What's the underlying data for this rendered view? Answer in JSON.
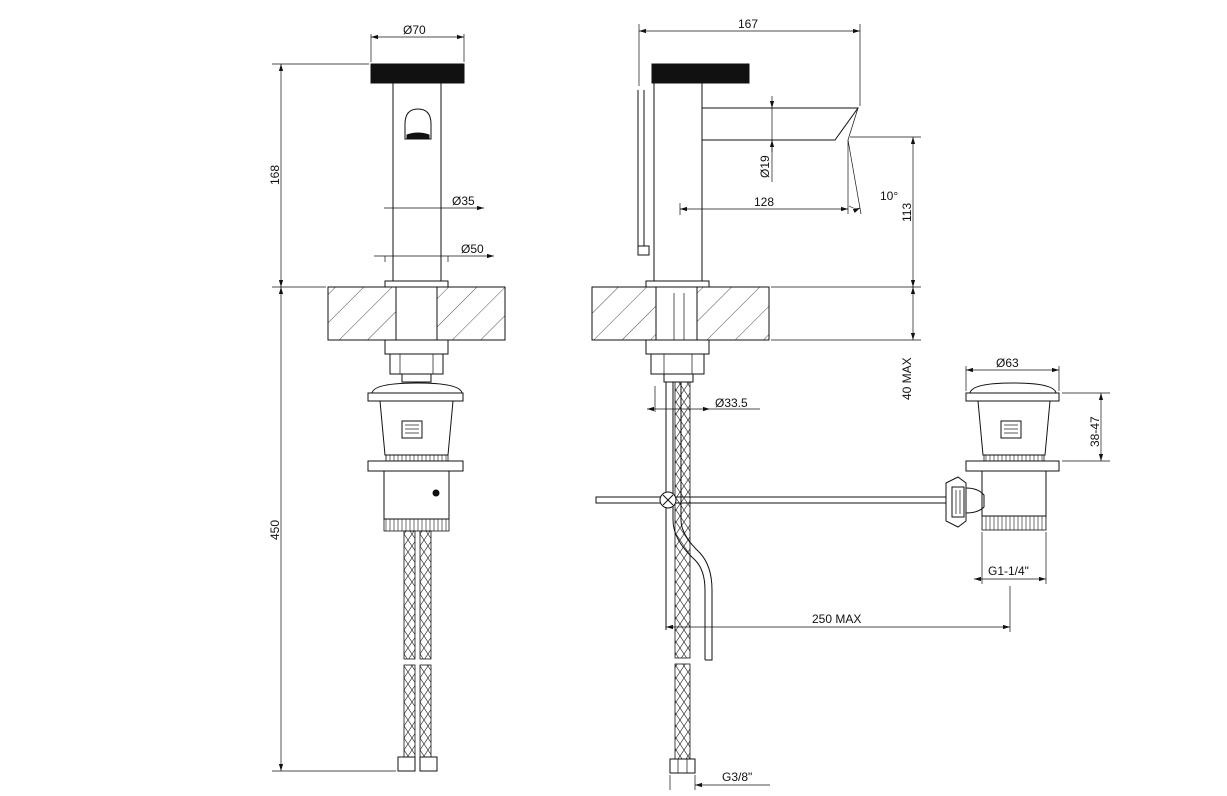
{
  "drawing": {
    "dimensions": {
      "handle_diameter": "Ø70",
      "body_diameter": "Ø35",
      "base_diameter": "Ø50",
      "spout_diameter": "Ø19",
      "fixing_diameter": "Ø33.5",
      "waste_diameter": "Ø63",
      "height_above_counter": "168",
      "hose_length": "450",
      "overall_depth": "167",
      "spout_reach": "128",
      "spout_height": "113",
      "spout_angle": "10°",
      "counter_thickness": "40 MAX",
      "waste_range": "38-47",
      "waste_thread": "G1-1/4\"",
      "rod_length": "250 MAX",
      "hose_thread": "G3/8\""
    }
  }
}
